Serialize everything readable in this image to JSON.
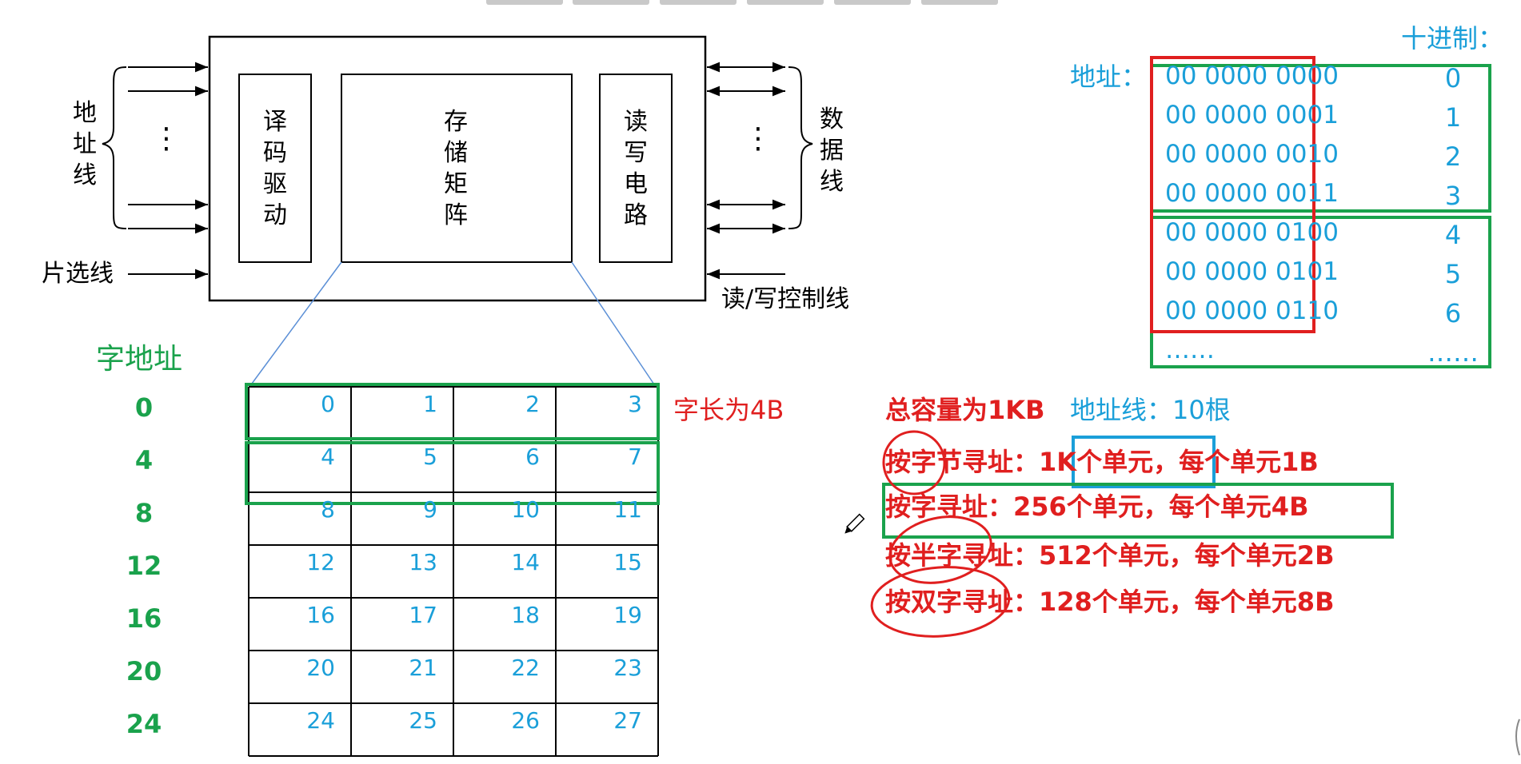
{
  "colors": {
    "blue": "#1a9fd9",
    "green": "#1aa24c",
    "red": "#e01f1f",
    "black": "#000000"
  },
  "memory_chip": {
    "address_line_label": [
      "地",
      "址",
      "线"
    ],
    "data_line_label": [
      "数",
      "据",
      "线"
    ],
    "chip_select_label": "片选线",
    "rw_control_label": "读/写控制线",
    "decoder_label": [
      "译",
      "码",
      "驱",
      "动"
    ],
    "matrix_label": [
      "存",
      "储",
      "矩",
      "阵"
    ],
    "rw_circuit_label": [
      "读",
      "写",
      "电",
      "路"
    ],
    "ellipsis": "⋮"
  },
  "word_grid": {
    "header": "字地址",
    "word_addresses": [
      "0",
      "4",
      "8",
      "12",
      "16",
      "20",
      "24"
    ],
    "cells": [
      [
        "0",
        "1",
        "2",
        "3"
      ],
      [
        "4",
        "5",
        "6",
        "7"
      ],
      [
        "8",
        "9",
        "10",
        "11"
      ],
      [
        "12",
        "13",
        "14",
        "15"
      ],
      [
        "16",
        "17",
        "18",
        "19"
      ],
      [
        "20",
        "21",
        "22",
        "23"
      ],
      [
        "24",
        "25",
        "26",
        "27"
      ]
    ],
    "word_length_note": "字长为4B"
  },
  "address_table": {
    "label": "地址：",
    "decimal_header": "十进制：",
    "binary": [
      "00 0000 0000",
      "00 0000 0001",
      "00 0000 0010",
      "00 0000 0011",
      "00 0000 0100",
      "00 0000 0101",
      "00 0000 0110",
      "……"
    ],
    "decimal": [
      "0",
      "1",
      "2",
      "3",
      "4",
      "5",
      "6",
      "……"
    ]
  },
  "notes": {
    "capacity": "总容量为1KB",
    "address_lines": "地址线：10根",
    "byte_addr_prefix": "按字节寻址：",
    "byte_addr_units": "1K个单元",
    "byte_addr_suffix": "，每个单元1B",
    "word_addr": "按字寻址：256个单元，每个单元4B",
    "half_word_addr": "按半字寻址：512个单元，每个单元2B",
    "double_word_addr": "按双字寻址：128个单元，每个单元8B"
  }
}
